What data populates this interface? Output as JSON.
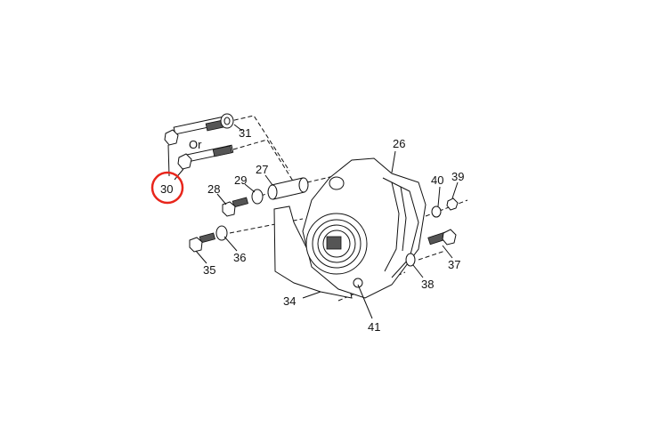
{
  "diagram": {
    "highlight_color": "#e8261c",
    "highlighted_part": "30",
    "labels": {
      "p26": "26",
      "p27": "27",
      "p28": "28",
      "p29": "29",
      "p30": "30",
      "p31": "31",
      "p34": "34",
      "p35": "35",
      "p36": "36",
      "p37": "37",
      "p38": "38",
      "p39": "39",
      "p40": "40",
      "p41": "41",
      "or": "Or"
    }
  }
}
